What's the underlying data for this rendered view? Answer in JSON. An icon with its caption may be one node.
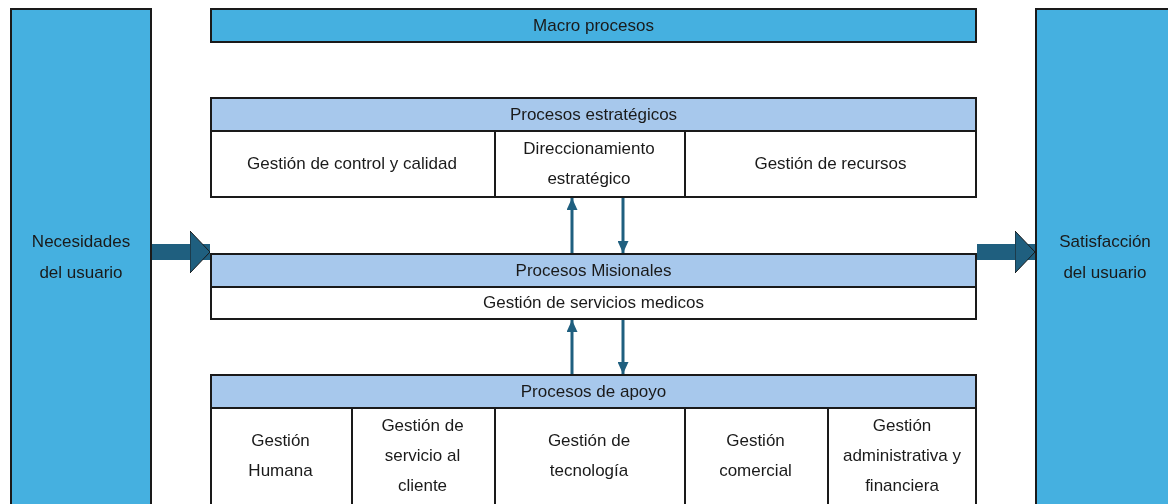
{
  "diagram": {
    "nodes": [
      {
        "text": [
          "Necesidades del usuario"
        ]
      },
      {
        "text": [
          "Macro procesos"
        ]
      },
      {
        "text": [
          "Procesos estratégicos"
        ]
      },
      {
        "text": [
          "Gestión de control y calidad"
        ],
        "in": 2
      },
      {
        "text": [
          "Direccionamiento estratégico"
        ],
        "in": 2
      },
      {
        "text": [
          "Gestión de recursos"
        ],
        "in": 2
      },
      {
        "text": [
          "Procesos Misionales"
        ]
      },
      {
        "text": [
          "Gestión de servicios medicos"
        ],
        "in": 6
      },
      {
        "text": [
          "Procesos de apoyo"
        ]
      },
      {
        "text": [
          "Gestión Humana"
        ],
        "in": 8
      },
      {
        "text": [
          "Gestión de servicio al cliente"
        ],
        "in": 8
      },
      {
        "text": [
          "Gestión de tecnología"
        ],
        "in": 8
      },
      {
        "text": [
          "Gestión comercial"
        ],
        "in": 8
      },
      {
        "text": [
          "Gestión administrativa y financiera"
        ],
        "in": 8
      },
      {
        "text": [
          "Satisfacción del usuario"
        ]
      }
    ],
    "edges": [
      {
        "from": 0,
        "to": 6,
        "arrow": "to",
        "style": "thick"
      },
      {
        "from": 6,
        "to": 2,
        "arrow": "to"
      },
      {
        "from": 2,
        "to": 6,
        "arrow": "to"
      },
      {
        "from": 8,
        "to": 6,
        "arrow": "to"
      },
      {
        "from": 6,
        "to": 8,
        "arrow": "to"
      },
      {
        "from": 6,
        "to": 14,
        "arrow": "to",
        "style": "thick"
      }
    ]
  }
}
